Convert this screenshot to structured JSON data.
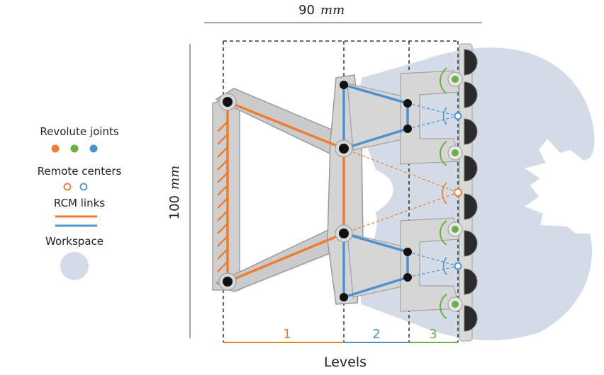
{
  "dimensions": {
    "width_label": "90",
    "width_unit": "mm",
    "height_label": "100",
    "height_unit": "mm"
  },
  "legend": {
    "revolute_joints": "Revolute joints",
    "remote_centers": "Remote centers",
    "rcm_links": "RCM links",
    "workspace": "Workspace"
  },
  "levels": {
    "title": "Levels",
    "items": [
      "1",
      "2",
      "3"
    ]
  },
  "colors": {
    "orange": "#ee7d31",
    "green": "#6ab045",
    "blue": "#4f90d3",
    "workspace": "#d3dbe6",
    "link_gray": "#c8c8c8",
    "link_dark": "#9a9a9a"
  }
}
